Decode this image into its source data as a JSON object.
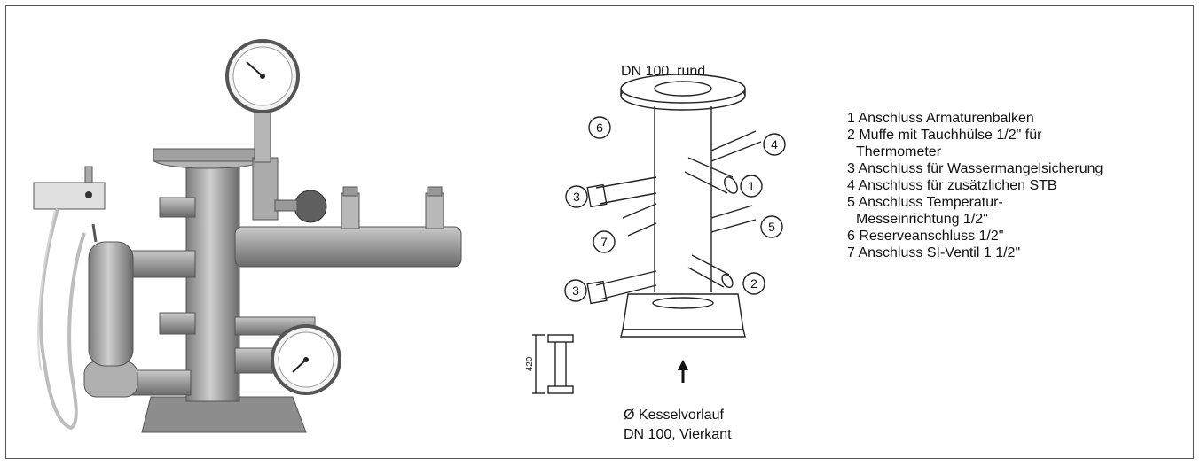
{
  "diagram": {
    "top_label": "DN 100, rund",
    "bottom_label_line1": "Ø Kesselvorlauf",
    "bottom_label_line2": "DN 100, Vierkant",
    "dimension": "420",
    "callouts": [
      "6",
      "4",
      "3",
      "1",
      "7",
      "5",
      "3",
      "2"
    ]
  },
  "legend": [
    {
      "line1": "1 Anschluss Armaturenbalken"
    },
    {
      "line1": "2 Muffe mit Tauchhülse 1/2\" für",
      "line2": "Thermometer"
    },
    {
      "line1": "3 Anschluss für Wassermangelsicherung"
    },
    {
      "line1": "4 Anschluss für zusätzlichen STB"
    },
    {
      "line1": "5 Anschluss Temperatur-",
      "line2": "Messeinrichtung 1/2\""
    },
    {
      "line1": "6 Reserveanschluss 1/2\""
    },
    {
      "line1": "7 Anschluss SI-Ventil 1 1/2\""
    }
  ],
  "colors": {
    "metal": "#9a9a9a",
    "metal_dark": "#6f6f6f",
    "line": "#222222"
  }
}
